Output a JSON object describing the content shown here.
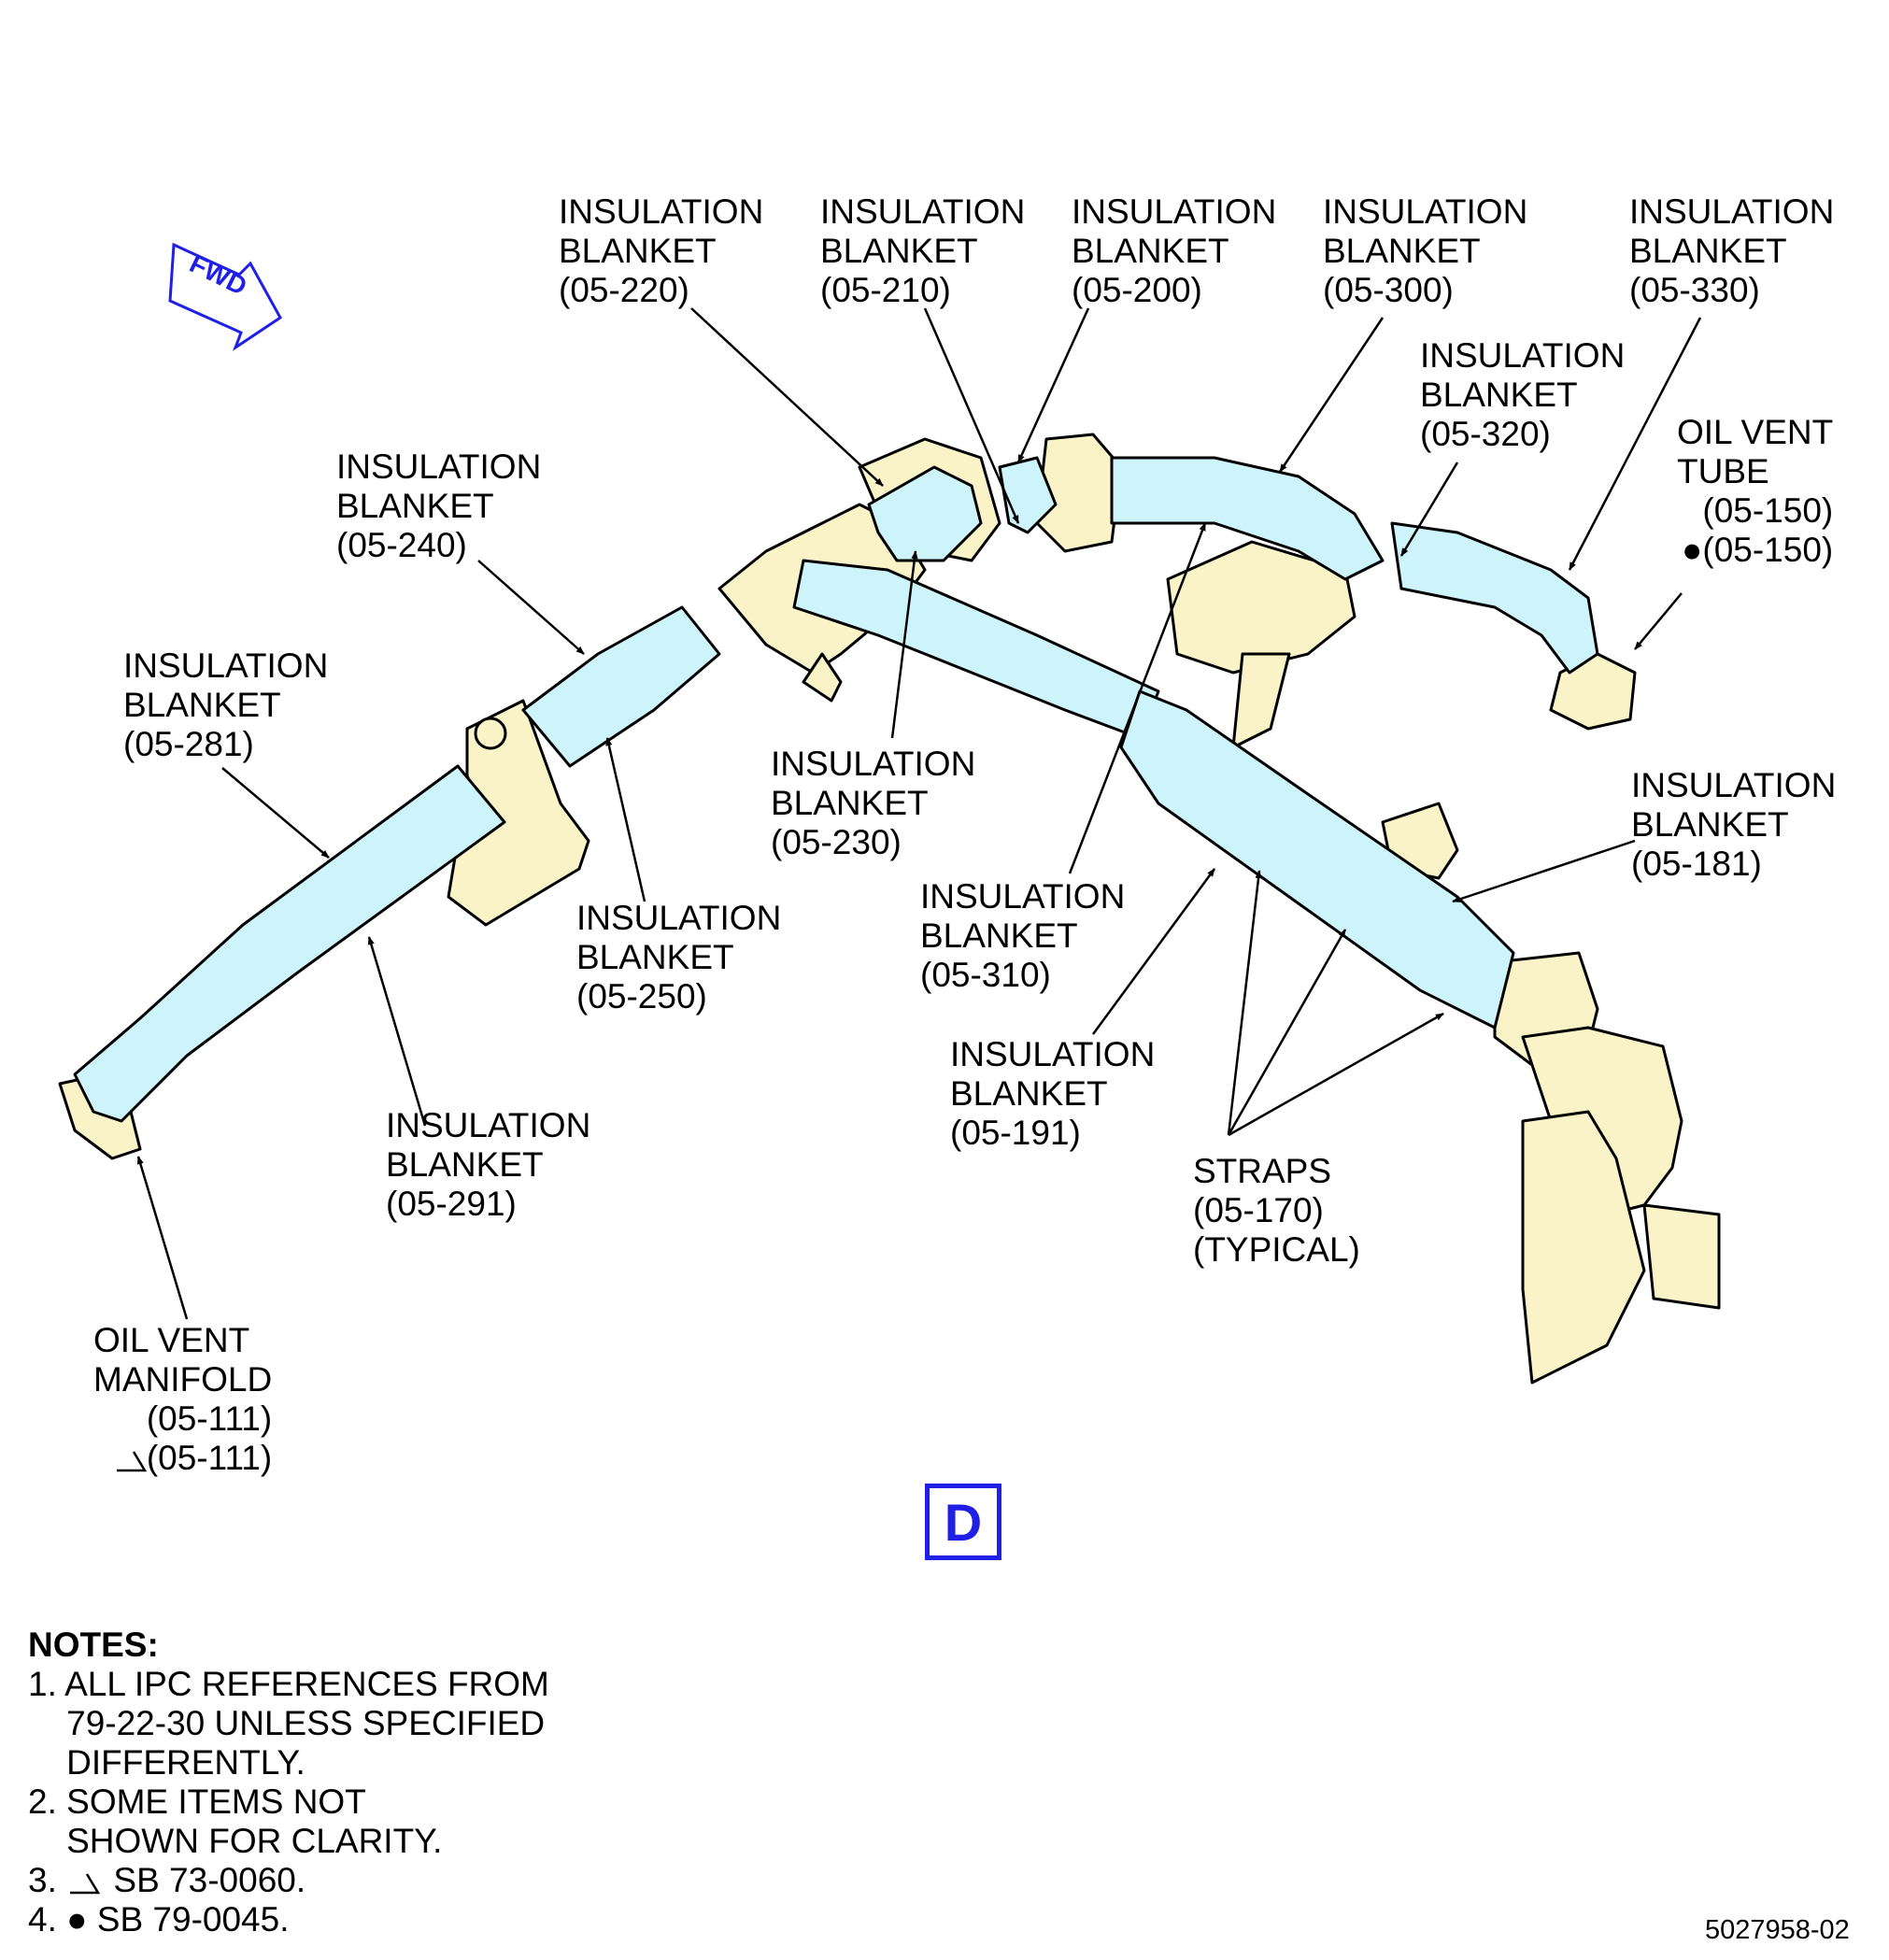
{
  "fwd_label": "FWD",
  "view_letter": "D",
  "figure_id": "5027958-02",
  "labels": {
    "ib_220": [
      "INSULATION",
      "BLANKET",
      "(05-220)"
    ],
    "ib_210": [
      "INSULATION",
      "BLANKET",
      "(05-210)"
    ],
    "ib_200": [
      "INSULATION",
      "BLANKET",
      "(05-200)"
    ],
    "ib_300": [
      "INSULATION",
      "BLANKET",
      "(05-300)"
    ],
    "ib_330": [
      "INSULATION",
      "BLANKET",
      "(05-330)"
    ],
    "ib_320": [
      "INSULATION",
      "BLANKET",
      "(05-320)"
    ],
    "ib_240": [
      "INSULATION",
      "BLANKET",
      "(05-240)"
    ],
    "ib_281": [
      "INSULATION",
      "BLANKET",
      "(05-281)"
    ],
    "ib_230": [
      "INSULATION",
      "BLANKET",
      "(05-230)"
    ],
    "ib_250": [
      "INSULATION",
      "BLANKET",
      "(05-250)"
    ],
    "ib_310": [
      "INSULATION",
      "BLANKET",
      "(05-310)"
    ],
    "ib_181": [
      "INSULATION",
      "BLANKET",
      "(05-181)"
    ],
    "ib_191": [
      "INSULATION",
      "BLANKET",
      "(05-191)"
    ],
    "ib_291": [
      "INSULATION",
      "BLANKET",
      "(05-291)"
    ],
    "straps": [
      "STRAPS",
      "(05-170)",
      "(TYPICAL)"
    ],
    "oil_vent_tube": [
      "OIL VENT",
      "TUBE",
      "(05-150)",
      "(05-150)"
    ],
    "oil_vent_manifold": [
      "OIL VENT",
      "MANIFOLD",
      "(05-111)",
      "(05-111)"
    ]
  },
  "notes": {
    "title": "NOTES:",
    "lines": [
      "1. ALL IPC REFERENCES FROM",
      "    79-22-30 UNLESS SPECIFIED",
      "    DIFFERENTLY.",
      "2. SOME ITEMS NOT",
      "    SHOWN FOR CLARITY.",
      "3.",
      "SB 73-0060.",
      "4.",
      "SB 79-0045."
    ]
  },
  "colors": {
    "blanket": "#cdf4fb",
    "bracket": "#f9f3c7",
    "line": "#000000",
    "accent": "#1f1fe6"
  }
}
